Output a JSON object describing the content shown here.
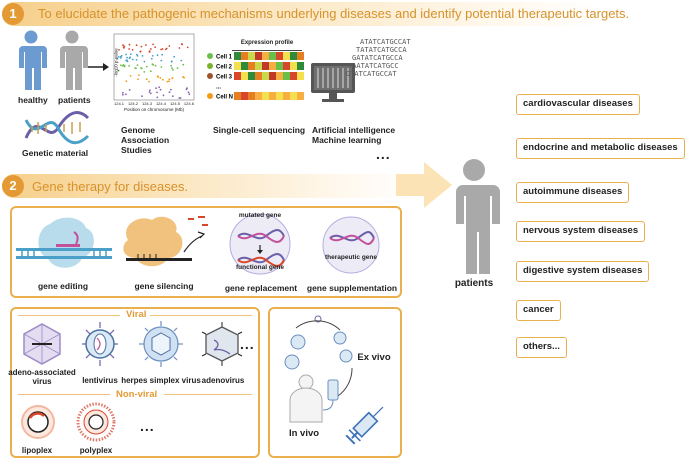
{
  "step1": {
    "number": "1",
    "title": "To elucidate the pathogenic mechanisms underlying diseases and identify potential therapeutic targets.",
    "people": {
      "healthy": "healthy",
      "patients": "patients"
    },
    "genetic_material": "Genetic material",
    "gwas": {
      "label": "Genome Association Studies",
      "x_axis": "Position on chromosome (Mb)",
      "y_axis": "-log10 p-value",
      "ticks": [
        "124.1",
        "124.2",
        "124.3",
        "124.4",
        "124.5",
        "124.6"
      ]
    },
    "single_cell": {
      "label": "Single-cell sequencing",
      "header": "Expression profile",
      "rows": [
        "Cell 1",
        "Cell 2",
        "Cell 3",
        "...",
        "Cell N"
      ],
      "colors": [
        "#6abf4b",
        "#79b32d",
        "#a0522d",
        "#ffffff",
        "#f39c12"
      ]
    },
    "ai": {
      "label": "Artificial intelligence Machine learning"
    },
    "more": "..."
  },
  "step2": {
    "number": "2",
    "title": "Gene therapy for diseases.",
    "approaches": [
      "gene editing",
      "gene silencing",
      "gene replacement",
      "gene supplementation"
    ],
    "replacement_inner": {
      "mutated": "mutated gene",
      "functional": "functional gene"
    },
    "supplementation_inner": "therapeutic gene",
    "viral_head": "Viral",
    "viral": [
      "adeno-associated virus",
      "lentivirus",
      "herpes simplex virus",
      "adenovirus"
    ],
    "nonviral_head": "Non-viral",
    "nonviral": [
      "lipoplex",
      "polyplex"
    ],
    "viral_more": "...",
    "nonviral_more": "...",
    "ex_vivo": "Ex vivo",
    "in_vivo": "In vivo"
  },
  "target": {
    "label": "patients",
    "diseases": [
      "cardiovascular diseases",
      "endocrine and metabolic diseases",
      "autoimmune diseases",
      "nervous system diseases",
      "digestive system diseases",
      "cancer",
      "others..."
    ]
  }
}
